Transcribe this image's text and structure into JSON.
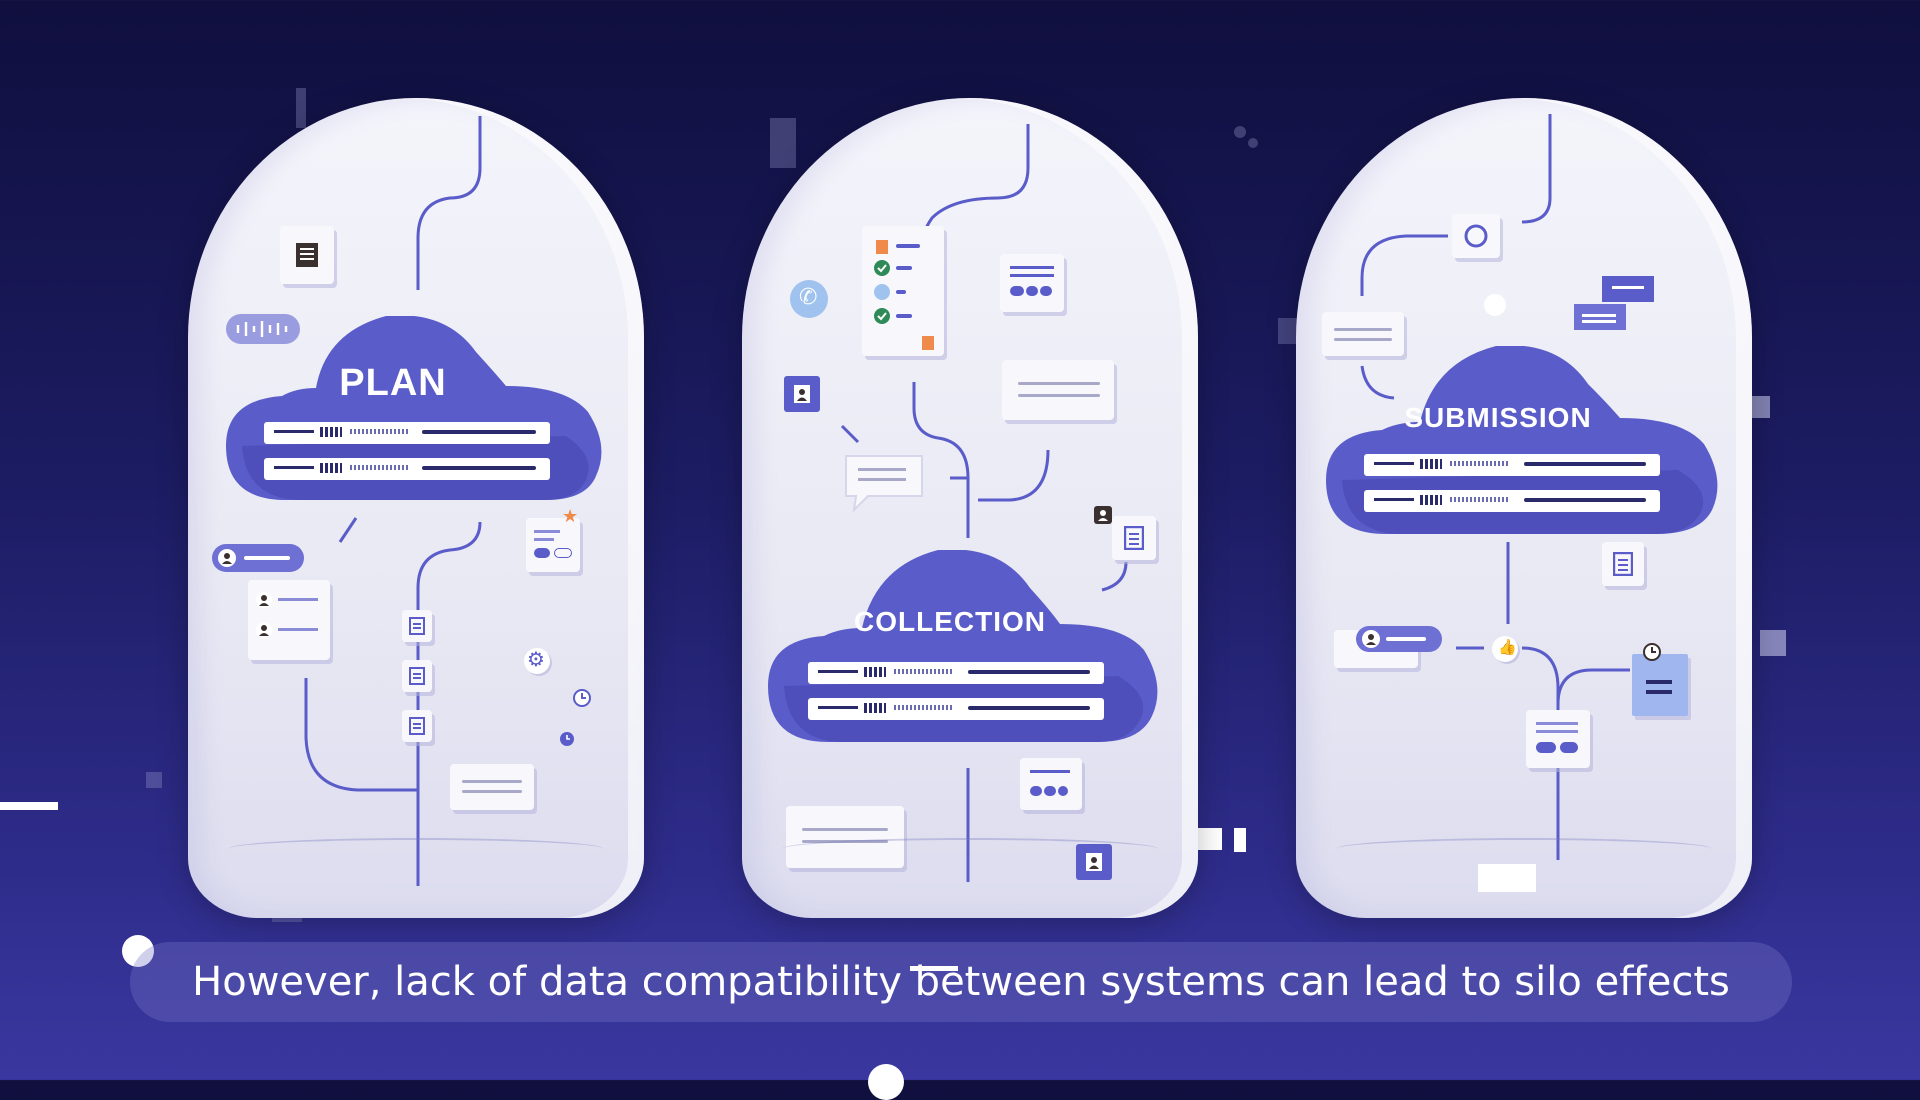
{
  "domes": [
    {
      "id": "plan",
      "label": "PLAN"
    },
    {
      "id": "collection",
      "label": "COLLECTION"
    },
    {
      "id": "submission",
      "label": "SUBMISSION"
    }
  ],
  "subtitle": "However, lack of data compatibility between systems can lead to silo effects",
  "colors": {
    "background_top": "#100f3e",
    "background_bottom": "#3a38a0",
    "cloud": "#5a5cc9",
    "cloud_dark": "#4646b0",
    "dome": "#eeeef7",
    "accent_orange": "#f08a4b",
    "check_green": "#2e8b57"
  },
  "icons": [
    "document-icon",
    "audio-wave-icon",
    "user-icon",
    "phone-icon",
    "chat-bubble-icon",
    "checklist-icon",
    "gear-icon",
    "clock-icon",
    "star-icon",
    "thumbs-up-icon",
    "circle-icon"
  ]
}
